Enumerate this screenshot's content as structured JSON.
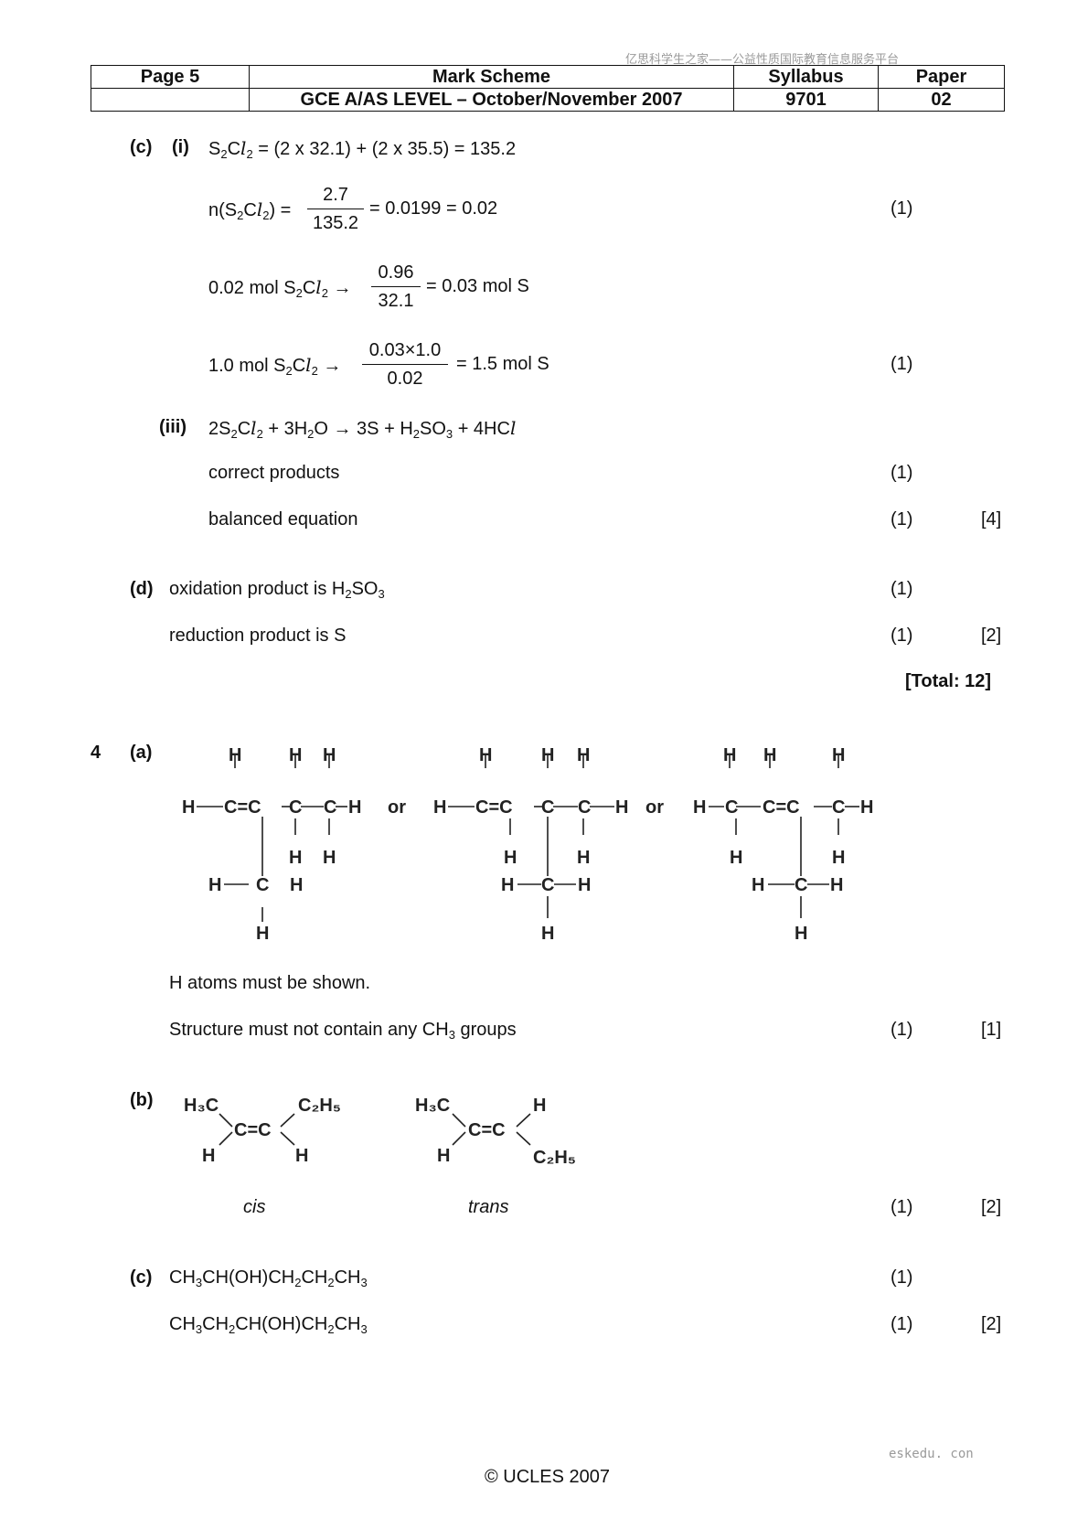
{
  "watermark": "亿思科学生之家——公益性质国际教育信息服务平台",
  "header": {
    "row1": [
      "Page 5",
      "Mark Scheme",
      "Syllabus",
      "Paper"
    ],
    "row2": [
      "",
      "GCE A/AS LEVEL – October/November 2007",
      "9701",
      "02"
    ]
  },
  "q3": {
    "c_label": "(c)",
    "i_label": "(i)",
    "line1": {
      "pre": "S",
      "s1": "2",
      "mid": "C",
      "l": "l",
      "s2": "2",
      "rest": " = (2 x 32.1) + (2 x 35.5)  =  135.2"
    },
    "line2": {
      "pre": "n(S",
      "s1": "2",
      "mid": "C",
      "l": "l",
      "s2": "2",
      "post": ") =",
      "num": "2.7",
      "den": "135.2",
      "rest": "= 0.0199 = 0.02",
      "mark": "(1)"
    },
    "line3": {
      "pre": "0.02 mol S",
      "s1": "2",
      "mid": "C",
      "l": "l",
      "s2": "2",
      "arrow": " →",
      "num": "0.96",
      "den": "32.1",
      "rest": "= 0.03 mol S"
    },
    "line4": {
      "pre": "1.0 mol S",
      "s1": "2",
      "mid": "C",
      "l": "l",
      "s2": "2",
      "arrow": " →",
      "num": "0.03×1.0",
      "den": "0.02",
      "rest": "= 1.5 mol S",
      "mark": "(1)"
    },
    "iii_label": "(iii)",
    "equation": {
      "a": "2S",
      "a1": "2",
      "b": "C",
      "l": "l",
      "a2": "2",
      "c": " + 3H",
      "c1": "2",
      "d": "O → 3S + H",
      "d1": "2",
      "e": "SO",
      "e1": "3",
      "f": " + 4HC",
      "fl": "l"
    },
    "correct_products": "correct products",
    "correct_products_mark": "(1)",
    "balanced": "balanced equation",
    "balanced_mark": "(1)",
    "balanced_total": "[4]",
    "d_label": "(d)",
    "oxidation": {
      "pre": "oxidation product is H",
      "s1": "2",
      "post": "SO",
      "s2": "3",
      "mark": "(1)"
    },
    "reduction": {
      "text": "reduction product is S",
      "mark": "(1)",
      "total": "[2]"
    },
    "total": "[Total: 12]"
  },
  "q4": {
    "number": "4",
    "a_label": "(a)",
    "structure_atoms": {
      "h": "H",
      "c": "C",
      "c_eq_c": "C=C",
      "or": "or"
    },
    "note1": "H atoms must be shown.",
    "note2": {
      "pre": "Structure must not contain any CH",
      "s": "3",
      "post": " groups",
      "mark": "(1)",
      "total": "[1]"
    },
    "b_label": "(b)",
    "b_atoms": {
      "h3c": "H₃C",
      "c2h5": "C₂H₅",
      "h": "H",
      "c_eq_c": "C=C"
    },
    "cis": "cis",
    "trans": "trans",
    "b_mark": "(1)",
    "b_total": "[2]",
    "c_label": "(c)",
    "c1": {
      "a": "CH",
      "a1": "3",
      "b": "CH(OH)CH",
      "b1": "2",
      "c": "CH",
      "c1": "2",
      "d": "CH",
      "d1": "3",
      "mark": "(1)"
    },
    "c2": {
      "a": "CH",
      "a1": "3",
      "b": "CH",
      "b1": "2",
      "c": "CH(OH)CH",
      "c1": "2",
      "d": "CH",
      "d1": "3",
      "mark": "(1)",
      "total": "[2]"
    }
  },
  "footer": {
    "copyright": "© UCLES 2007",
    "site": "eskedu. con"
  }
}
